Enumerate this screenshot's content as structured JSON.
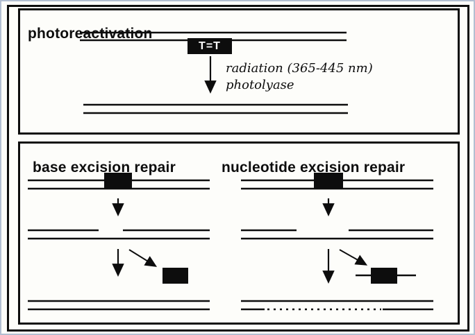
{
  "colors": {
    "ink": "#0d0d0d",
    "paper": "#fdfdfa",
    "screenshot_frame": "#b3bfd2",
    "lesion_fill": "#0d0d0d",
    "lesion_text": "#ffffff"
  },
  "photoreactivation": {
    "title": "photoreactivation",
    "lesion_label": "T=T",
    "annotation_line1": "radiation (365-445 nm)",
    "annotation_line2": "photolyase"
  },
  "excision_panel": {
    "left_title": "base excision repair",
    "right_title": "nucleotide excision repair"
  }
}
